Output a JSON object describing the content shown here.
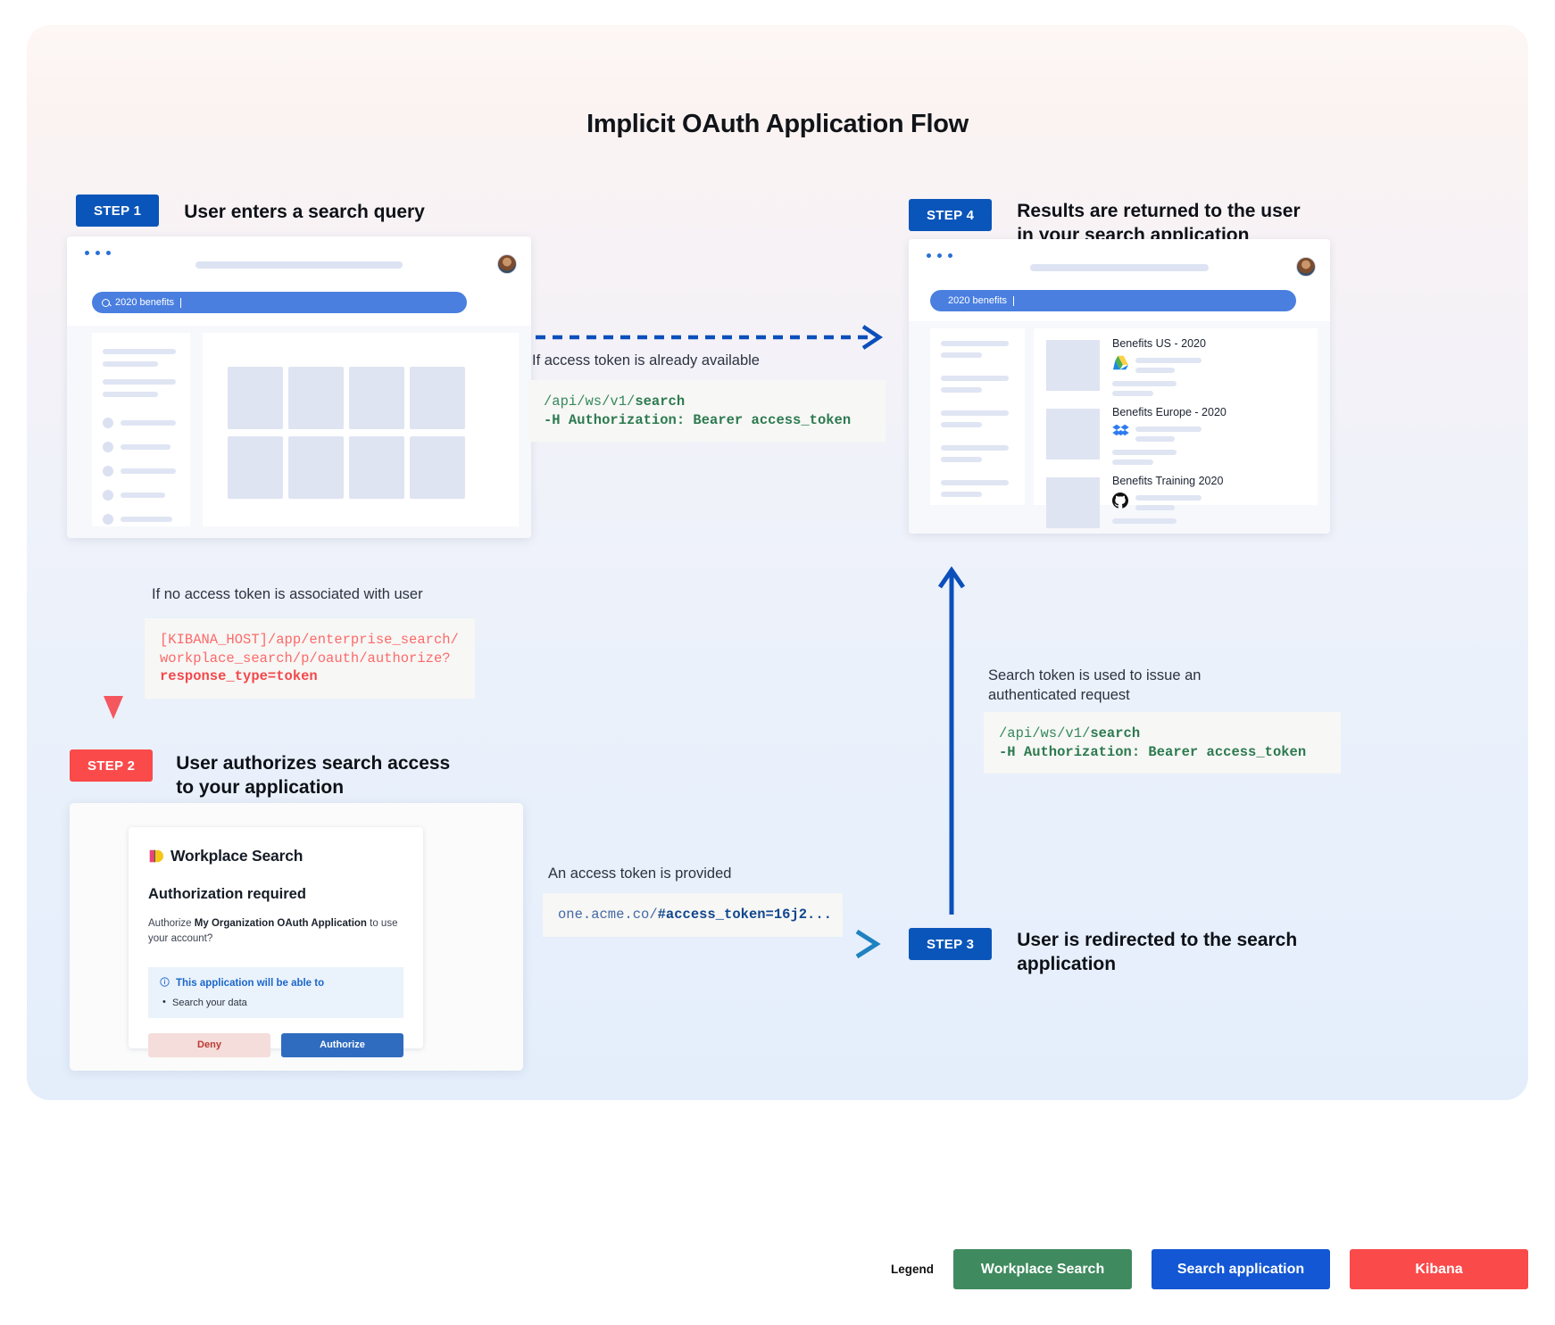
{
  "title": "Implicit OAuth Application Flow",
  "steps": {
    "s1": {
      "chip": "STEP 1",
      "text": "User enters a search query"
    },
    "s2": {
      "chip": "STEP 2",
      "text": "User authorizes search access to your application"
    },
    "s3": {
      "chip": "STEP 3",
      "text": "User is redirected to the search application"
    },
    "s4": {
      "chip": "STEP 4",
      "text": "Results are returned to the user in your search application"
    }
  },
  "browser1": {
    "query": "2020 benefits"
  },
  "browser2": {
    "query": "2020 benefits",
    "results": [
      {
        "title": "Benefits US - 2020",
        "icon": "google-drive-icon"
      },
      {
        "title": "Benefits Europe - 2020",
        "icon": "dropbox-icon"
      },
      {
        "title": "Benefits Training 2020",
        "icon": "github-icon"
      }
    ]
  },
  "flows": {
    "token_available": {
      "caption": "If access token is already available",
      "code_line1_plain": "/api/ws/v1/",
      "code_line1_bold": "search",
      "code_line2": "-H Authorization: Bearer access_token"
    },
    "no_token": {
      "caption": "If no access token is associated with user",
      "code_line1": "[KIBANA_HOST]/app/enterprise_search/",
      "code_line2": "workplace_search/p/oauth/authorize?",
      "code_line3_bold": "response_type=token"
    },
    "token_provided": {
      "caption": "An access token is provided",
      "code_plain": "one.acme.co/",
      "code_bold": "#access_token=16j2..."
    },
    "authenticated_request": {
      "caption": "Search token is used to issue an authenticated request",
      "code_line1_plain": "/api/ws/v1/",
      "code_line1_bold": "search",
      "code_line2": "-H Authorization: Bearer access_token"
    }
  },
  "auth_dialog": {
    "product": "Workplace Search",
    "heading": "Authorization required",
    "body_pre": "Authorize ",
    "body_app": "My Organization OAuth Application",
    "body_post": " to use your account?",
    "permission_heading": "This application will be able to",
    "permission_item": "Search your data",
    "deny_label": "Deny",
    "authorize_label": "Authorize"
  },
  "legend": {
    "label": "Legend",
    "items": [
      {
        "label": "Workplace Search",
        "color": "#3f8a5f"
      },
      {
        "label": "Search application",
        "color": "#1357d4"
      },
      {
        "label": "Kibana",
        "color": "#fa4a4a"
      }
    ]
  }
}
